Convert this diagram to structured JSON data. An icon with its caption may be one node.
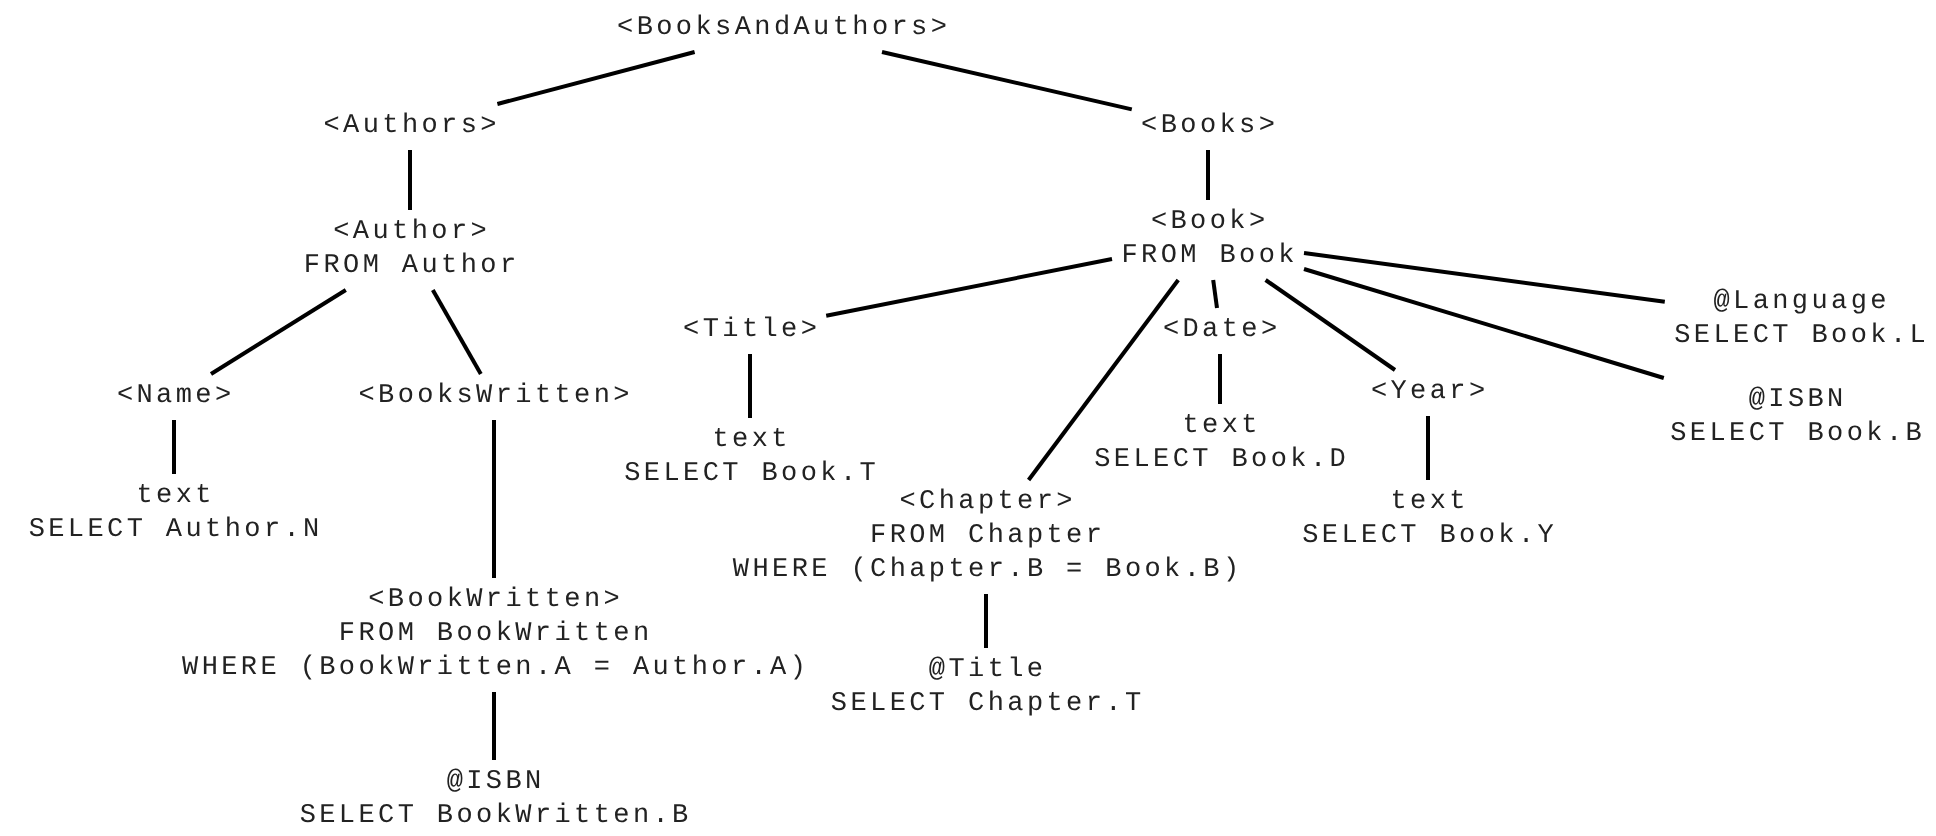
{
  "diagram": {
    "nodes": [
      {
        "text": [
          "<BooksAndAuthors>"
        ]
      },
      {
        "text": [
          "<Authors>"
        ]
      },
      {
        "text": [
          "<Author>",
          "FROM Author"
        ]
      },
      {
        "text": [
          "<Name>"
        ]
      },
      {
        "text": [
          "text",
          "SELECT Author.N"
        ]
      },
      {
        "text": [
          "<BooksWritten>"
        ]
      },
      {
        "text": [
          "<BookWritten>",
          "FROM BookWritten",
          "WHERE (BookWritten.A = Author.A)"
        ]
      },
      {
        "text": [
          "@ISBN",
          "SELECT BookWritten.B"
        ]
      },
      {
        "text": [
          "<Books>"
        ]
      },
      {
        "text": [
          "<Book>",
          "FROM Book"
        ]
      },
      {
        "text": [
          "<Title>"
        ]
      },
      {
        "text": [
          "text",
          "SELECT Book.T"
        ]
      },
      {
        "text": [
          "<Chapter>",
          "FROM Chapter",
          "WHERE (Chapter.B = Book.B)"
        ]
      },
      {
        "text": [
          "@Title",
          "SELECT Chapter.T"
        ]
      },
      {
        "text": [
          "<Date>"
        ]
      },
      {
        "text": [
          "text",
          "SELECT Book.D"
        ]
      },
      {
        "text": [
          "<Year>"
        ]
      },
      {
        "text": [
          "text",
          "SELECT Book.Y"
        ]
      },
      {
        "text": [
          "@ISBN",
          "SELECT Book.B"
        ]
      },
      {
        "text": [
          "@Language",
          "SELECT Book.L"
        ]
      }
    ],
    "edges": [
      {
        "from": 0,
        "to": 1,
        "arrow": "none"
      },
      {
        "from": 0,
        "to": 8,
        "arrow": "none"
      },
      {
        "from": 1,
        "to": 2,
        "arrow": "none"
      },
      {
        "from": 2,
        "to": 3,
        "arrow": "none"
      },
      {
        "from": 2,
        "to": 5,
        "arrow": "none"
      },
      {
        "from": 3,
        "to": 4,
        "arrow": "none"
      },
      {
        "from": 5,
        "to": 6,
        "arrow": "none"
      },
      {
        "from": 6,
        "to": 7,
        "arrow": "none"
      },
      {
        "from": 8,
        "to": 9,
        "arrow": "none"
      },
      {
        "from": 9,
        "to": 10,
        "arrow": "none"
      },
      {
        "from": 9,
        "to": 12,
        "arrow": "none"
      },
      {
        "from": 9,
        "to": 14,
        "arrow": "none"
      },
      {
        "from": 9,
        "to": 16,
        "arrow": "none"
      },
      {
        "from": 9,
        "to": 18,
        "arrow": "none"
      },
      {
        "from": 9,
        "to": 19,
        "arrow": "none"
      },
      {
        "from": 10,
        "to": 11,
        "arrow": "none"
      },
      {
        "from": 12,
        "to": 13,
        "arrow": "none"
      },
      {
        "from": 14,
        "to": 15,
        "arrow": "none"
      },
      {
        "from": 16,
        "to": 17,
        "arrow": "none"
      }
    ]
  }
}
